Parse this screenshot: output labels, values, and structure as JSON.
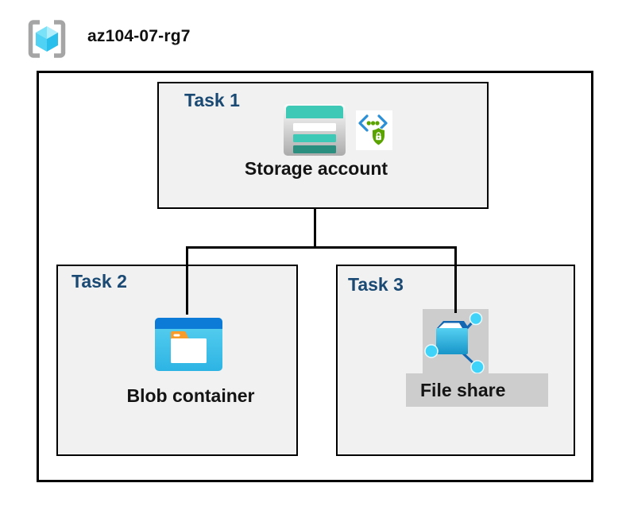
{
  "header": {
    "title": "az104-07-rg7",
    "icon": "resource-group-icon"
  },
  "tasks": [
    {
      "label": "Task 1",
      "caption": "Storage account",
      "icons": [
        "storage-account-icon",
        "secure-endpoint-icon"
      ]
    },
    {
      "label": "Task 2",
      "caption": "Blob container",
      "icons": [
        "blob-container-icon"
      ]
    },
    {
      "label": "Task 3",
      "caption": "File share",
      "icons": [
        "file-share-icon"
      ]
    }
  ],
  "connections": [
    {
      "from": "Storage account",
      "to": "Blob container"
    },
    {
      "from": "Storage account",
      "to": "File share"
    }
  ],
  "colors": {
    "task_label_navy": "#1a4a73",
    "caption_black": "#141414",
    "box_fill": "#f1f1f1",
    "box_border": "#000000",
    "connector": "#000000",
    "storage_teal": "#3ec9b7",
    "storage_teal_dark": "#2b8f80",
    "azure_blue": "#0c7bd8",
    "blob_body_cyan": "#3fc0e8",
    "blob_tab_orange": "#f79b2a",
    "badge_green": "#5aa300",
    "badge_blue": "#2b8fd8",
    "fileshare_node_cyan": "#3fd3f9",
    "fileshare_flap_blue": "#1266b2",
    "rg_cube_cyan": "#4fd2f3",
    "rg_bracket_gray": "#a5a5a5",
    "gray_highlight": "#cdcdcd"
  }
}
